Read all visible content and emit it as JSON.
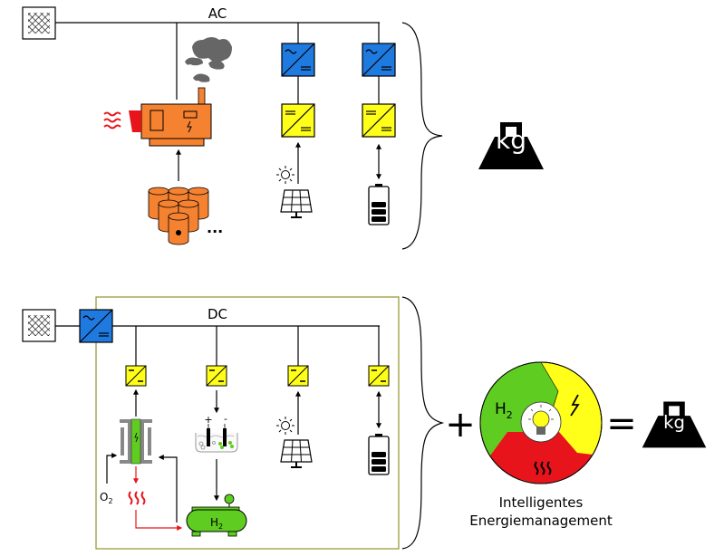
{
  "colors": {
    "inverter_ac_dc": "#1f7ae0",
    "converter_dc_dc": "#ffff1a",
    "generator": "#f58231",
    "fuel": "#f58231",
    "smoke": "#666666",
    "heat": "#e8141c",
    "hydrogen": "#5fcc21",
    "dc_frame": "#9a9a3a",
    "ems_green": "#5fcc21",
    "ems_yellow": "#ffff1a",
    "ems_red": "#e8141c",
    "weight": "#000000"
  },
  "top_system": {
    "bus_label": "AC",
    "grid_icon": "grid-mesh",
    "branches": [
      {
        "name": "diesel-generator",
        "components": [
          "generator",
          "fuel-barrels"
        ],
        "fuel_more": "..."
      },
      {
        "name": "pv-branch",
        "components": [
          "ac-dc-inverter",
          "dc-dc-converter",
          "solar-panel"
        ],
        "flow": "up"
      },
      {
        "name": "battery-branch",
        "components": [
          "ac-dc-inverter",
          "dc-dc-converter",
          "battery"
        ],
        "flow": "bidirectional"
      }
    ],
    "result_label": "kg"
  },
  "bottom_system": {
    "bus_label": "DC",
    "grid_icon": "grid-mesh",
    "branches": [
      {
        "name": "fuel-cell-branch",
        "components": [
          "dc-dc-converter",
          "fuel-cell"
        ],
        "flow": "up"
      },
      {
        "name": "electrolyzer-branch",
        "components": [
          "dc-dc-converter",
          "electrolyzer",
          "h2-tank"
        ],
        "flow": "down"
      },
      {
        "name": "pv-branch",
        "components": [
          "dc-dc-converter",
          "solar-panel"
        ],
        "flow": "up"
      },
      {
        "name": "battery-branch",
        "components": [
          "dc-dc-converter",
          "battery"
        ],
        "flow": "bidirectional"
      }
    ],
    "oxygen_label": "O",
    "oxygen_sub": "2",
    "tank_label": "H",
    "tank_sub": "2",
    "electrolyzer_plus": "+",
    "electrolyzer_minus": "-"
  },
  "equation": {
    "plus": "+",
    "equals": "=",
    "ems_h2_label": "H",
    "ems_h2_sub": "2",
    "ems_caption_line1": "Intelligentes",
    "ems_caption_line2": "Energiemanagement",
    "result_label": "kg"
  }
}
